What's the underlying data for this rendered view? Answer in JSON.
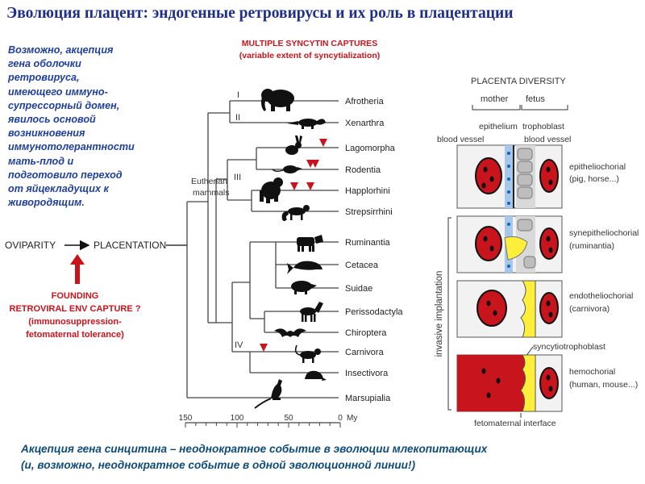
{
  "title": "Эволюция плацент: эндогенные ретровирусы и их роль в плацентации",
  "intro_lines": [
    "Возможно, акцепция",
    "гена оболочки",
    "ретровируса,",
    "имеющего иммуно-",
    "супрессорный домен,",
    "явилось основой",
    "возникновения",
    "иммунотолерантности",
    "мать-плод и",
    "подготовило переход",
    "от яйцекладущих к",
    "живородящим."
  ],
  "syncytin": {
    "line1": "MULTIPLE SYNCYTIN CAPTURES",
    "line2": "(variable extent of syncytialization)"
  },
  "oviparity": "OVIPARITY",
  "placentation": "PLACENTATION",
  "founding": {
    "line1": "FOUNDING",
    "line2": "RETROVIRAL ENV CAPTURE ?",
    "line3": "(immunosuppression-",
    "line4": "fetomaternal tolerance)"
  },
  "eutherian": {
    "line1": "Eutherian",
    "line2": "mammals"
  },
  "clade_labels": [
    "I",
    "II",
    "III",
    "IV"
  ],
  "taxa": [
    "Afrotheria",
    "Xenarthra",
    "Lagomorpha",
    "Rodentia",
    "Happlorhini",
    "Strepsirrhini",
    "Ruminantia",
    "Cetacea",
    "Suidae",
    "Perissodactyla",
    "Chiroptera",
    "Carnivora",
    "Insectivora",
    "Marsupialia"
  ],
  "axis": {
    "ticks": [
      "150",
      "100",
      "50",
      "0"
    ],
    "unit": "My"
  },
  "placenta": {
    "title": "PLACENTA DIVERSITY",
    "mother": "mother",
    "fetus": "fetus",
    "epithelium": "epithelium",
    "trophoblast": "trophoblast",
    "blood_vessel": "blood vessel",
    "types": [
      {
        "name": "epitheliochorial",
        "example": "(pig, horse...)"
      },
      {
        "name": "synepitheliochorial",
        "example": "(ruminantia)"
      },
      {
        "name": "endotheliochorial",
        "example": "(carnivora)"
      },
      {
        "name": "hemochorial",
        "example": "(human, mouse...)"
      }
    ],
    "invasive": "invasive implantation",
    "syncytiotrophoblast": "syncytiotrophoblast",
    "interface": "fetomaternal interface"
  },
  "caption_lines": [
    "Акцепция гена синцитина – неоднократное событие в эволюции млекопитающих",
    "(и, возможно, неоднократное событие в одной эволюционной линии!)"
  ],
  "colors": {
    "title": "#1f2f88",
    "red": "#c8141c",
    "caption": "#0f4c7a",
    "vessel": "#c8141c",
    "syncytium": "#ffef3a"
  }
}
